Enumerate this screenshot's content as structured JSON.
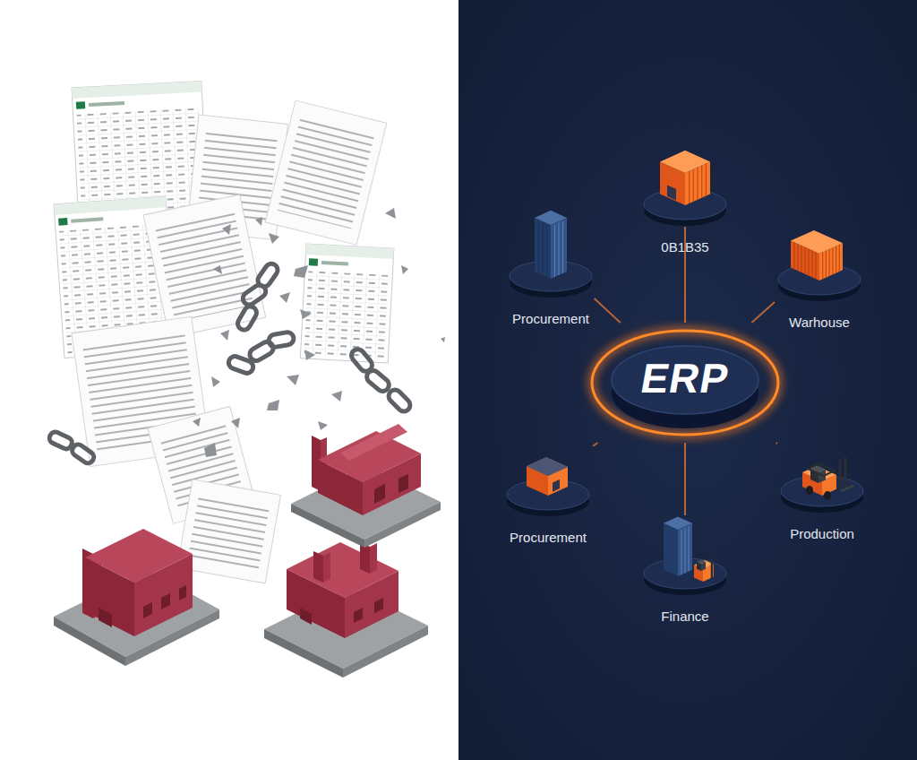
{
  "diagram": {
    "nodes": [
      {
        "text": [
          "0B1B35"
        ]
      },
      {
        "text": [
          "Procurement"
        ]
      },
      {
        "text": [
          "Warhouse"
        ]
      },
      {
        "text": [
          "ERP"
        ]
      },
      {
        "text": [
          "Procurement"
        ]
      },
      {
        "text": [
          "Production"
        ]
      },
      {
        "text": [
          "Finance"
        ]
      }
    ],
    "edges": [
      {
        "from": 3,
        "to": 0,
        "arrow": "none"
      },
      {
        "from": 3,
        "to": 1,
        "arrow": "none"
      },
      {
        "from": 3,
        "to": 2,
        "arrow": "none"
      },
      {
        "from": 3,
        "to": 4,
        "arrow": "none"
      },
      {
        "from": 3,
        "to": 5,
        "arrow": "none"
      },
      {
        "from": 3,
        "to": 6,
        "arrow": "none"
      }
    ]
  }
}
